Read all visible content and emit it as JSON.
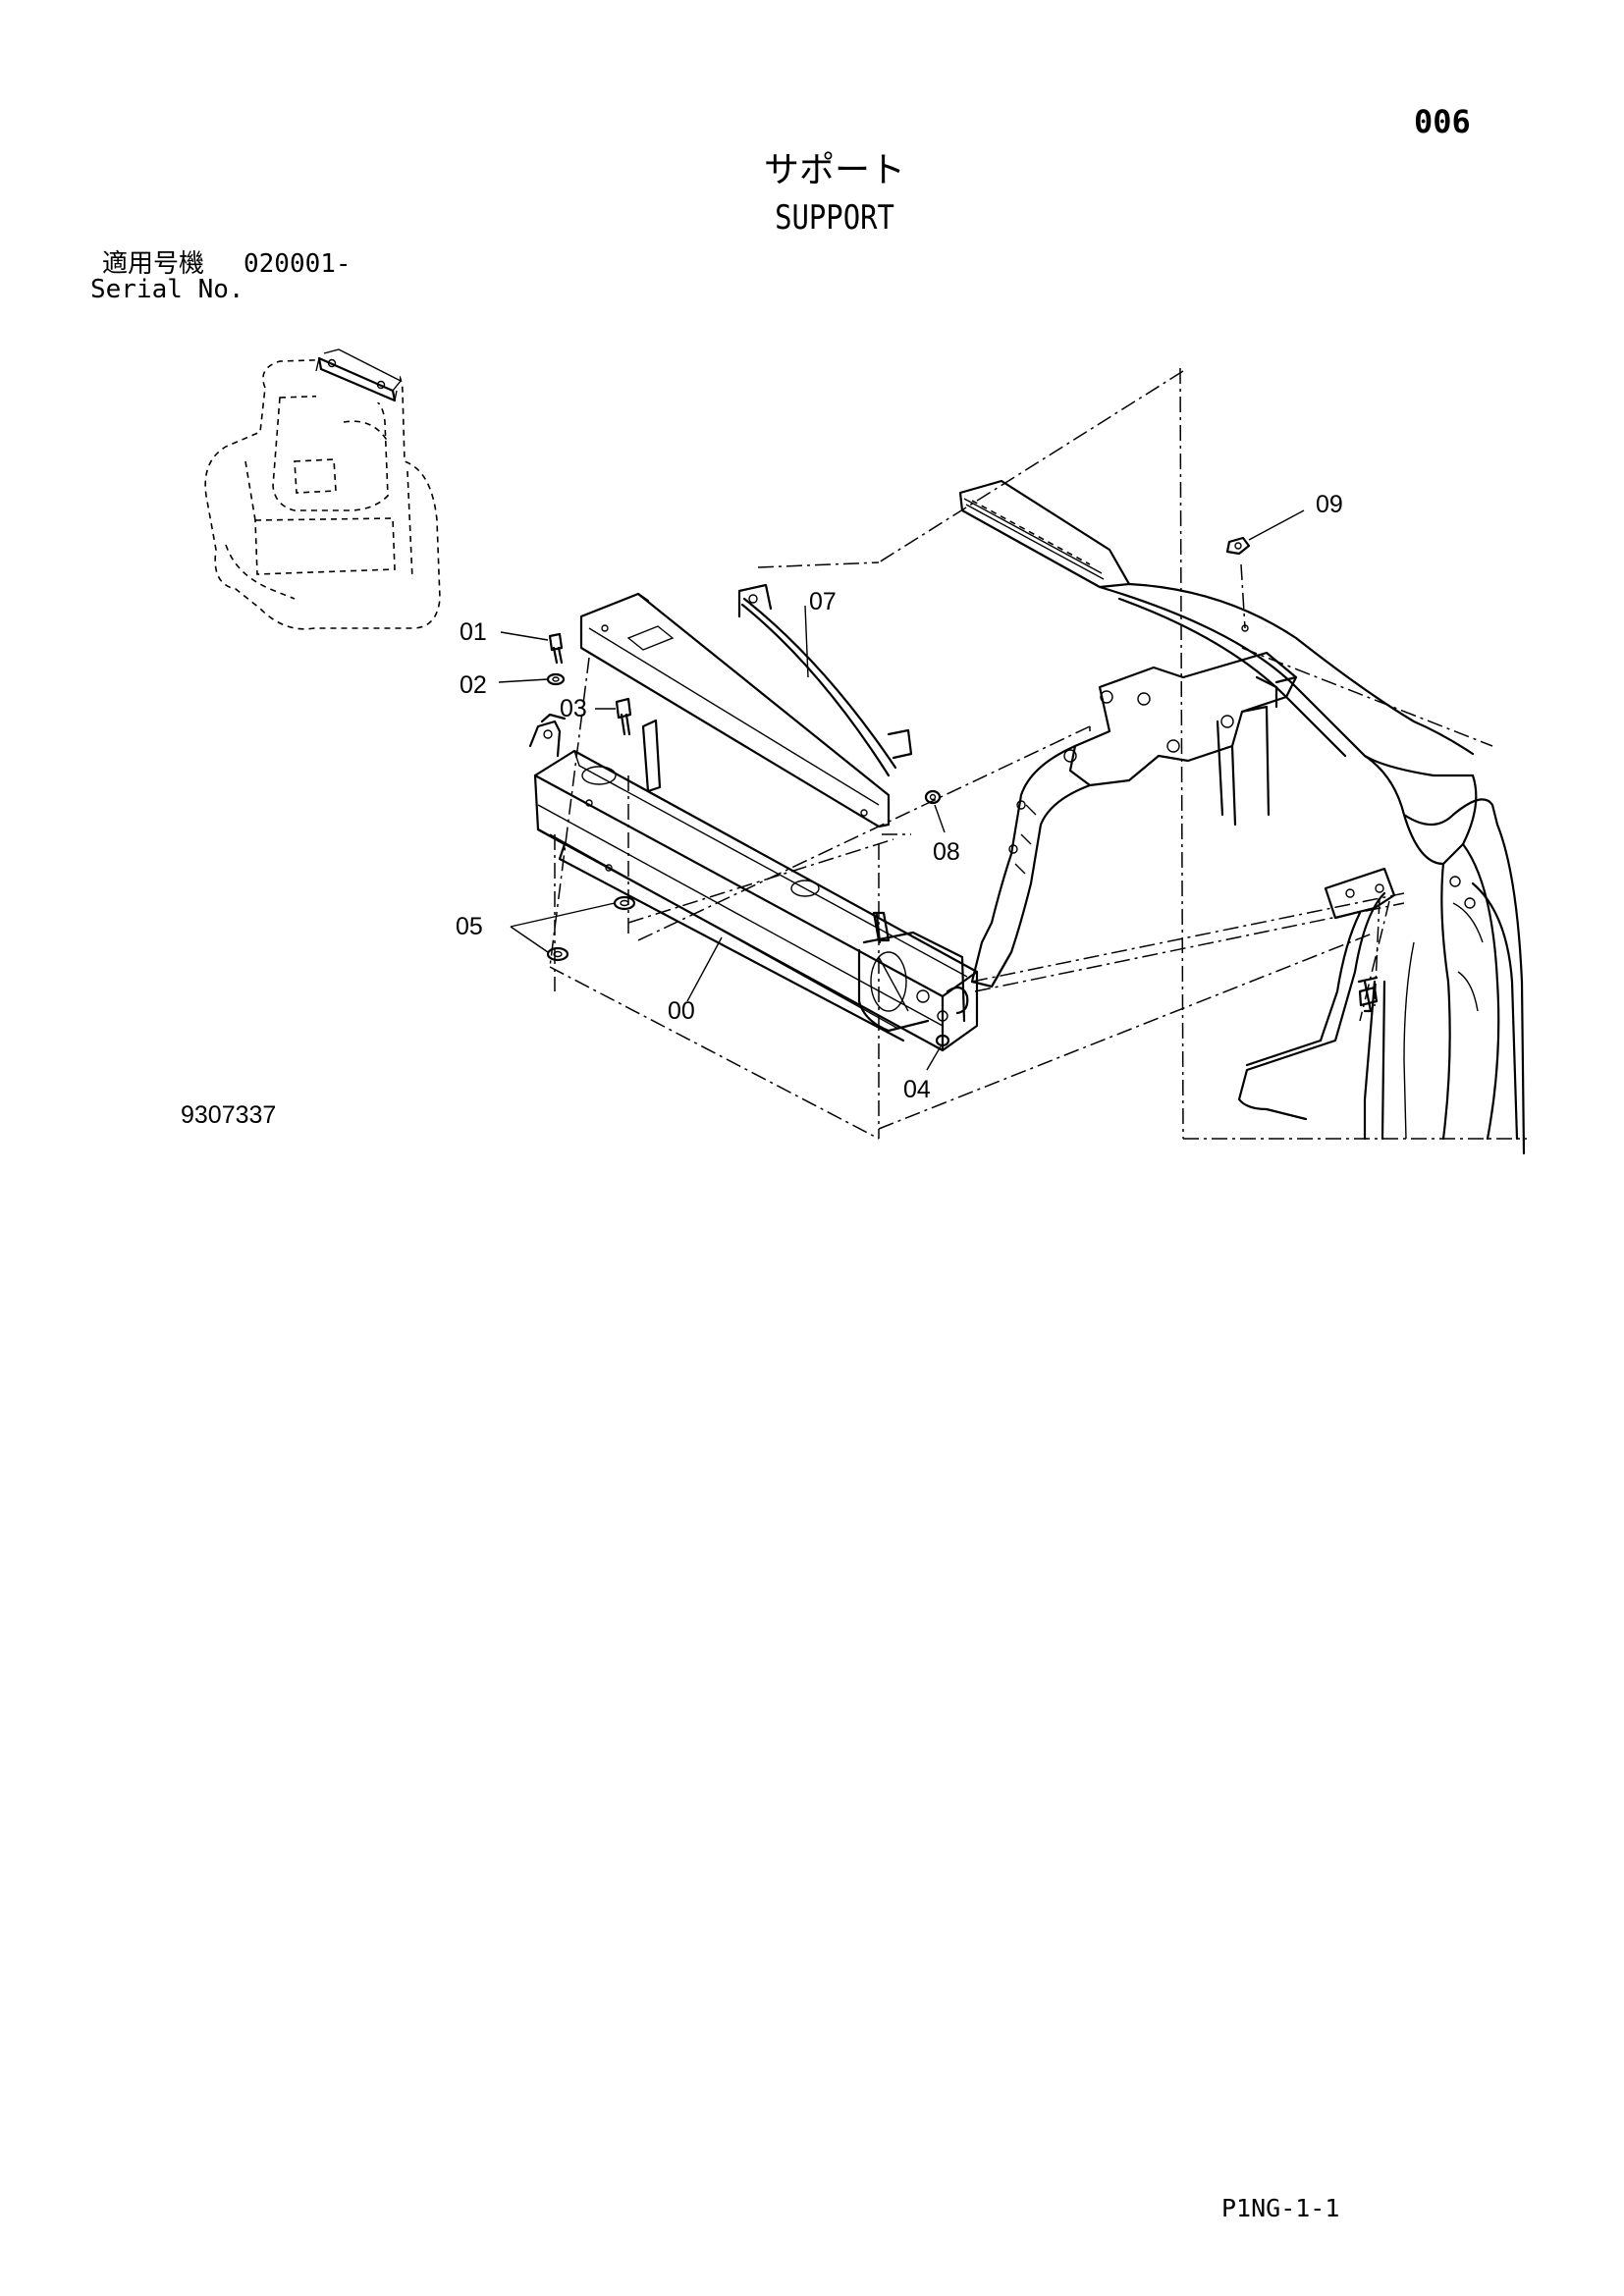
{
  "header": {
    "page_number": "006",
    "title_jp": "サポート",
    "title_en": "SUPPORT"
  },
  "serial": {
    "label_jp": "適用号機",
    "range": "020001-",
    "label_en": "Serial No."
  },
  "callouts": [
    {
      "id": "01",
      "label": "01"
    },
    {
      "id": "02",
      "label": "02"
    },
    {
      "id": "03",
      "label": "03"
    },
    {
      "id": "05",
      "label": "05"
    },
    {
      "id": "00",
      "label": "00"
    },
    {
      "id": "04",
      "label": "04"
    },
    {
      "id": "07",
      "label": "07"
    },
    {
      "id": "08",
      "label": "08"
    },
    {
      "id": "09",
      "label": "09"
    }
  ],
  "footer": {
    "drawing_number": "9307337",
    "page_code": "P1NG-1-1"
  }
}
